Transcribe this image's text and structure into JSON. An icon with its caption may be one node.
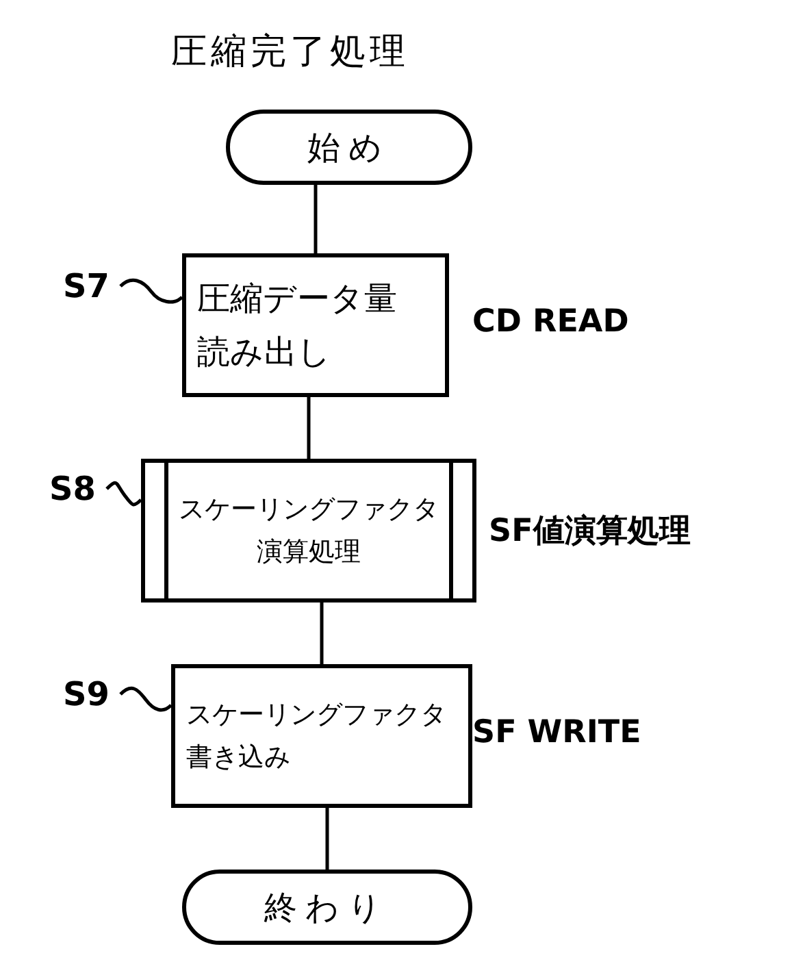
{
  "diagram": {
    "title": "圧縮完了処理",
    "nodes": [
      {
        "text": [
          "始め"
        ]
      },
      {
        "text": [
          "圧縮データ量読み出し"
        ],
        "beside": [
          "CD READ"
        ]
      },
      {
        "text": [
          "スケーリングファクタ演算処理"
        ],
        "beside": [
          "SF値演算処理"
        ]
      },
      {
        "text": [
          "スケーリングファクタ書き込み"
        ],
        "beside": [
          "SF WRITE"
        ]
      },
      {
        "text": [
          "終わり"
        ]
      },
      {
        "text": [
          "S7"
        ]
      },
      {
        "text": [
          "S8"
        ]
      },
      {
        "text": [
          "S9"
        ]
      }
    ],
    "edges": [
      {
        "from": 0,
        "to": 1,
        "arrow": "none"
      },
      {
        "from": 1,
        "to": 2,
        "arrow": "none"
      },
      {
        "from": 2,
        "to": 3,
        "arrow": "none"
      },
      {
        "from": 3,
        "to": 4,
        "arrow": "none"
      },
      {
        "from": 5,
        "to": 1,
        "arrow": "none"
      },
      {
        "from": 6,
        "to": 2,
        "arrow": "none"
      },
      {
        "from": 7,
        "to": 3,
        "arrow": "none"
      }
    ]
  }
}
